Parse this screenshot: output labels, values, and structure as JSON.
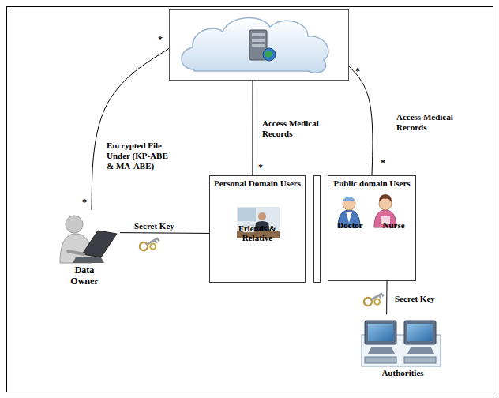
{
  "diagram": {
    "nodes": [
      {
        "text": []
      },
      {
        "text": [
          "Data Owner"
        ]
      },
      {
        "text": [
          "Personal Domain Users",
          "Friends & Relative"
        ]
      },
      {
        "text": [
          "Public domain Users",
          "Doctor",
          "Nurse"
        ]
      },
      {
        "text": [
          "Authorities"
        ]
      }
    ],
    "edges": [
      {
        "from": 1,
        "to": 0,
        "arrow": "none",
        "label": "Encrypted File Under (KP-ABE & MA-ABE)"
      },
      {
        "from": 1,
        "to": 2,
        "arrow": "none",
        "label": "Secret Key"
      },
      {
        "from": 2,
        "to": 0,
        "arrow": "none",
        "label": "Access Medical Records"
      },
      {
        "from": 3,
        "to": 0,
        "arrow": "none",
        "label": "Access Medical Records"
      },
      {
        "from": 4,
        "to": 3,
        "arrow": "none",
        "label": "Secret Key"
      }
    ],
    "labels": [
      "*",
      "*",
      "*",
      "*",
      "*"
    ]
  }
}
